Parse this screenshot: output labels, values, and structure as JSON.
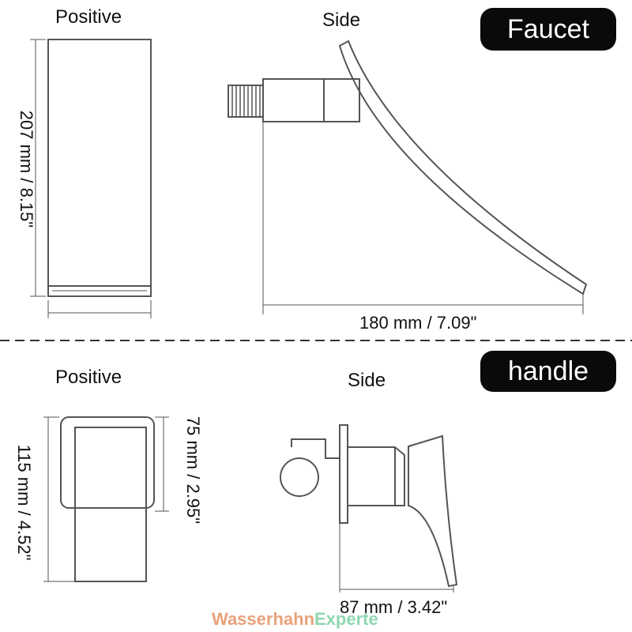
{
  "faucet": {
    "tag": "Faucet",
    "positive_label": "Positive",
    "side_label": "Side",
    "height_dim": "207 mm / 8.15\"",
    "length_dim": "180 mm / 7.09\""
  },
  "handle": {
    "tag": "handle",
    "positive_label": "Positive",
    "side_label": "Side",
    "total_height_dim": "115 mm / 4.52\"",
    "lever_height_dim": "75 mm / 2.95\"",
    "depth_dim": "87 mm / 3.42\""
  },
  "watermark": {
    "part1": "Wasserhahn",
    "part2": "Experte",
    "color1": "#e8a27a",
    "color2": "#8fd6b0"
  }
}
